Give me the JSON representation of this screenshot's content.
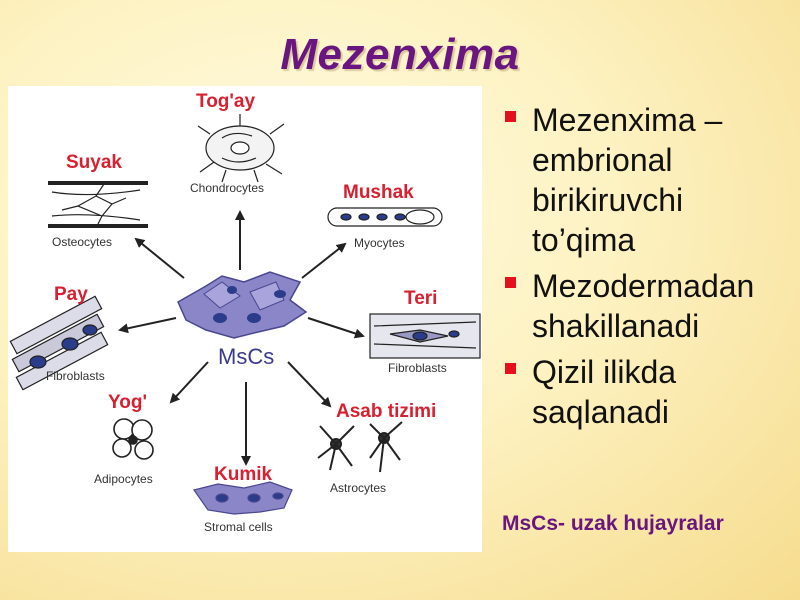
{
  "title": "Mezenxima",
  "diagram": {
    "center_label": "MsCs",
    "branches": [
      {
        "name": "Tog'ay",
        "cell": "Chondrocytes"
      },
      {
        "name": "Suyak",
        "cell": "Osteocytes"
      },
      {
        "name": "Mushak",
        "cell": "Myocytes"
      },
      {
        "name": "Pay",
        "cell": "Fibroblasts"
      },
      {
        "name": "Teri",
        "cell": "Fibroblasts"
      },
      {
        "name": "Yog'",
        "cell": "Adipocytes"
      },
      {
        "name": "Asab tizimi",
        "cell": "Astrocytes"
      },
      {
        "name": "Kumik",
        "cell": "Stromal cells"
      }
    ]
  },
  "bullets": [
    "Mezenxima – embrional birikiruvchi to’qima",
    "Mezodermadan shakillanadi",
    "Qizil ilikda saqlanadi"
  ],
  "footnote": "MsCs- uzak hujayralar",
  "colors": {
    "title": "#6a1680",
    "bullet": "#e4101c",
    "label": "#d82030",
    "cell_fill": "#8a86c8"
  }
}
